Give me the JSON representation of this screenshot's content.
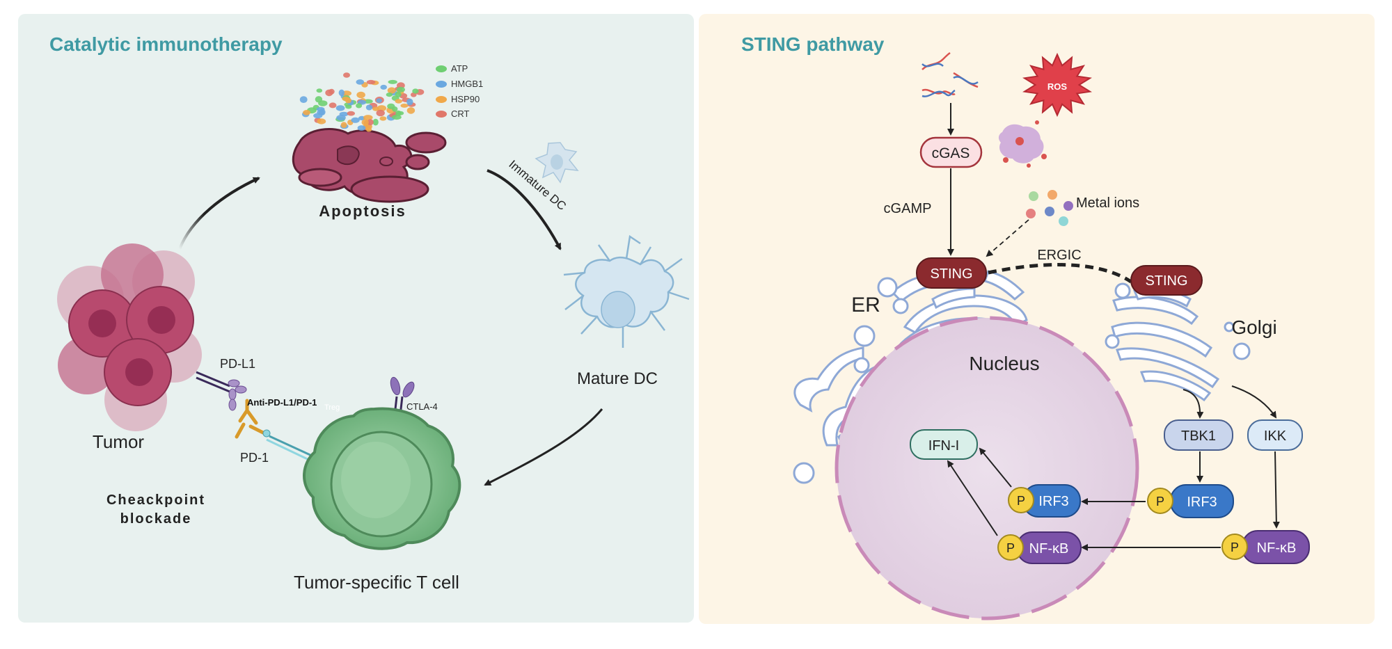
{
  "left": {
    "title": "Catalytic immunotherapy",
    "apoptosis": "Apoptosis",
    "legend": [
      "ATP",
      "HMGB1",
      "HSP90",
      "CRT"
    ],
    "legend_colors": [
      "#6fcf72",
      "#6aa8e0",
      "#f0a84a",
      "#e0776a"
    ],
    "immature_dc": "Immature DC",
    "mature_dc": "Mature DC",
    "tumor": "Tumor",
    "pd_l1": "PD-L1",
    "pd_1": "PD-1",
    "antibody": "Anti-PD-L1/PD-1",
    "treg": "Treg",
    "ctla4": "CTLA-4",
    "checkpoint_line1": "Cheackpoint",
    "checkpoint_line2": "blockade",
    "tcell": "Tumor-specific T cell"
  },
  "right": {
    "title": "STING pathway",
    "ros": "ROS",
    "cgas": "cGAS",
    "cgamp": "cGAMP",
    "metal_ions": "Metal ions",
    "sting_er": "STING",
    "ergic": "ERGIC",
    "sting_golgi": "STING",
    "er": "ER",
    "golgi": "Golgi",
    "nucleus": "Nucleus",
    "ifn": "IFN-I",
    "tbk1": "TBK1",
    "ikk": "IKK",
    "irf3_out": "IRF3",
    "irf3_in": "IRF3",
    "nfkb_out": "NF-κB",
    "nfkb_in": "NF-κB",
    "p": "P"
  },
  "colors": {
    "left_bg": "#e8f1ef",
    "right_bg": "#fdf5e6",
    "title": "#3f9aa3",
    "sting": "#8b2a2e",
    "irf3": "#3a78c8",
    "nfkb": "#7b52a8",
    "phospho": "#f5d142",
    "tumor": "#b84a6e"
  }
}
